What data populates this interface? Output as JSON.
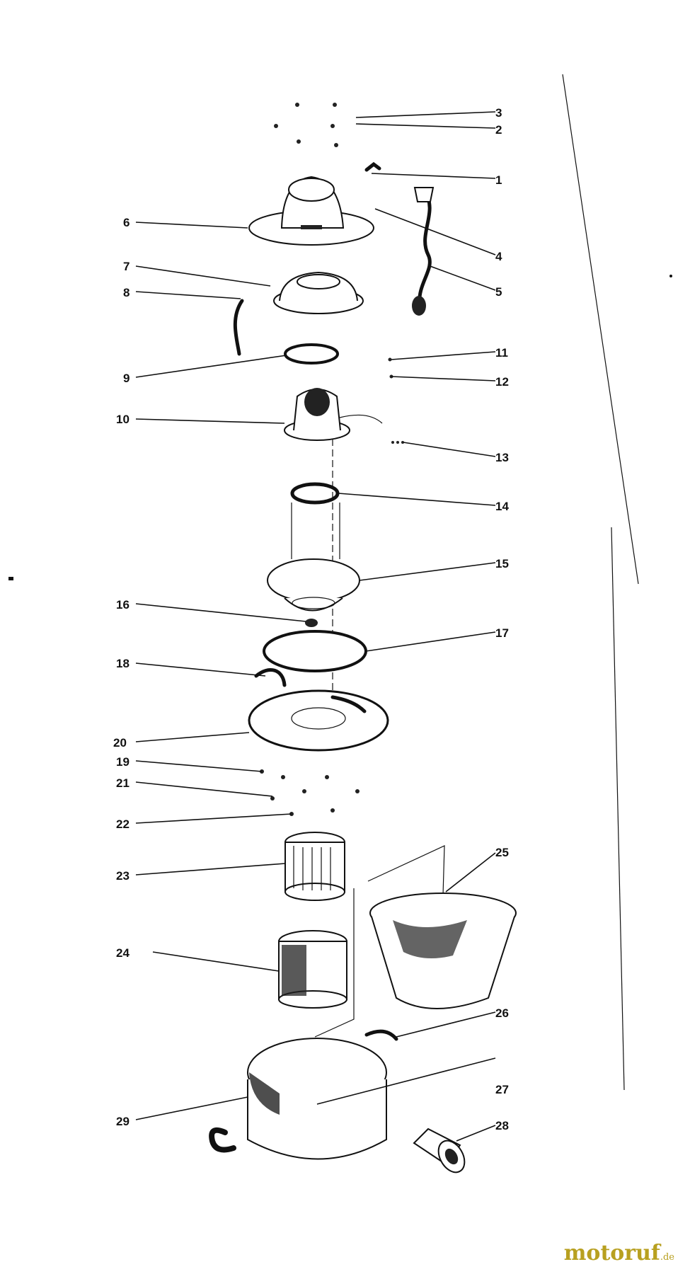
{
  "diagram": {
    "callouts": [
      "1",
      "2",
      "3",
      "4",
      "5",
      "6",
      "7",
      "8",
      "9",
      "10",
      "11",
      "12",
      "13",
      "14",
      "15",
      "16",
      "17",
      "18",
      "19",
      "20",
      "21",
      "22",
      "23",
      "24",
      "25",
      "26",
      "27",
      "28",
      "29"
    ]
  },
  "watermark": {
    "text": "motoruf",
    "suffix": ".de"
  }
}
